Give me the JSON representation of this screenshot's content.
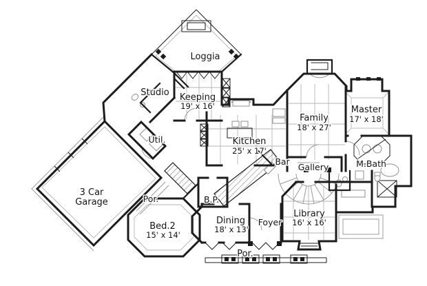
{
  "drawing": {
    "type": "architectural-floor-plan",
    "background_color": "#ffffff",
    "wall_color": "#1c1c1c",
    "detail_color": "#9c9c9c",
    "rooms": {
      "loggia": {
        "name": "Loggia"
      },
      "studio": {
        "name": "Studio"
      },
      "keeping": {
        "name": "Keeping",
        "dims": "19' x 16'"
      },
      "util": {
        "name": "Util."
      },
      "garage": {
        "line1": "3 Car",
        "line2": "Garage"
      },
      "por_side": {
        "name": "Por."
      },
      "kitchen": {
        "name": "Kitchen",
        "dims": "25' x 17'"
      },
      "bar": {
        "name": "Bar"
      },
      "family": {
        "name": "Family",
        "dims": "18' x 27'"
      },
      "master": {
        "name": "Master",
        "dims": "17' x 18'"
      },
      "mbath": {
        "name": "M.Bath"
      },
      "gallery": {
        "name": "Gallery"
      },
      "library": {
        "name": "Library",
        "dims": "16' x 16'"
      },
      "foyer": {
        "name": "Foyer"
      },
      "dining": {
        "name": "Dining",
        "dims": "18' x 13'"
      },
      "bp": {
        "name": "B.P."
      },
      "bed2": {
        "name": "Bed.2",
        "dims": "15' x 14'"
      },
      "por_front": {
        "name": "Por."
      }
    }
  }
}
